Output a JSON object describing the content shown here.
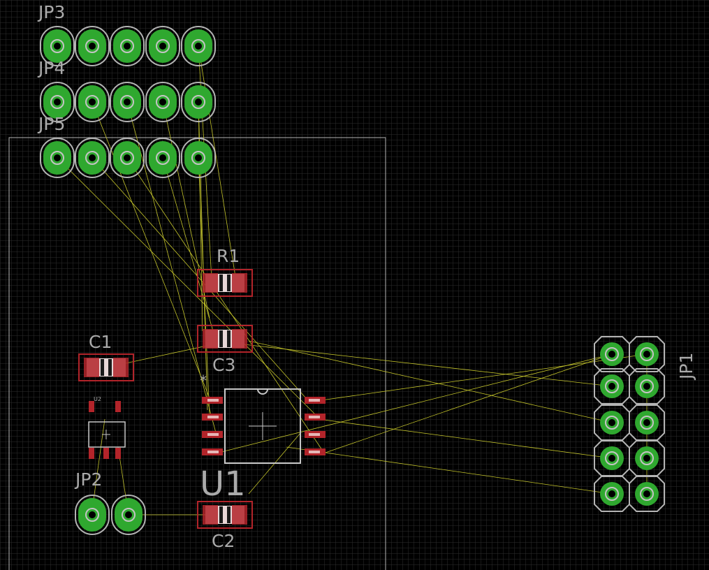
{
  "app": {
    "view": "PCB board layout editor"
  },
  "labels": {
    "jp3": "JP3",
    "jp4": "JP4",
    "jp5": "JP5",
    "jp1": "JP1",
    "jp2": "JP2",
    "r1": "R1",
    "c1": "C1",
    "c2": "C2",
    "c3": "C3",
    "u1": "U1",
    "u2": "U2",
    "pin1_marker": "*"
  },
  "colors": {
    "background": "#000000",
    "grid": "#333333",
    "outline": "#b4b4b4",
    "pad_copper": "#2fa82f",
    "pad_ring": "#b4b4b4",
    "pad_drill": "#c4c4c4",
    "smd_pad": "#b2242a",
    "smd_body": "#e8d7d7",
    "airwire": "#c4c42a",
    "silk_text": "#aaaaaa"
  },
  "components": [
    {
      "ref": "JP3",
      "type": "pin-header",
      "pins": 5
    },
    {
      "ref": "JP4",
      "type": "pin-header",
      "pins": 5
    },
    {
      "ref": "JP5",
      "type": "pin-header",
      "pins": 5
    },
    {
      "ref": "JP1",
      "type": "pin-header",
      "pins": 10
    },
    {
      "ref": "JP2",
      "type": "pin-header",
      "pins": 2
    },
    {
      "ref": "R1",
      "type": "smd-resistor"
    },
    {
      "ref": "C1",
      "type": "smd-capacitor"
    },
    {
      "ref": "C2",
      "type": "smd-capacitor"
    },
    {
      "ref": "C3",
      "type": "smd-capacitor"
    },
    {
      "ref": "U1",
      "type": "soic-8"
    },
    {
      "ref": "U2",
      "type": "sot-23-5"
    }
  ]
}
